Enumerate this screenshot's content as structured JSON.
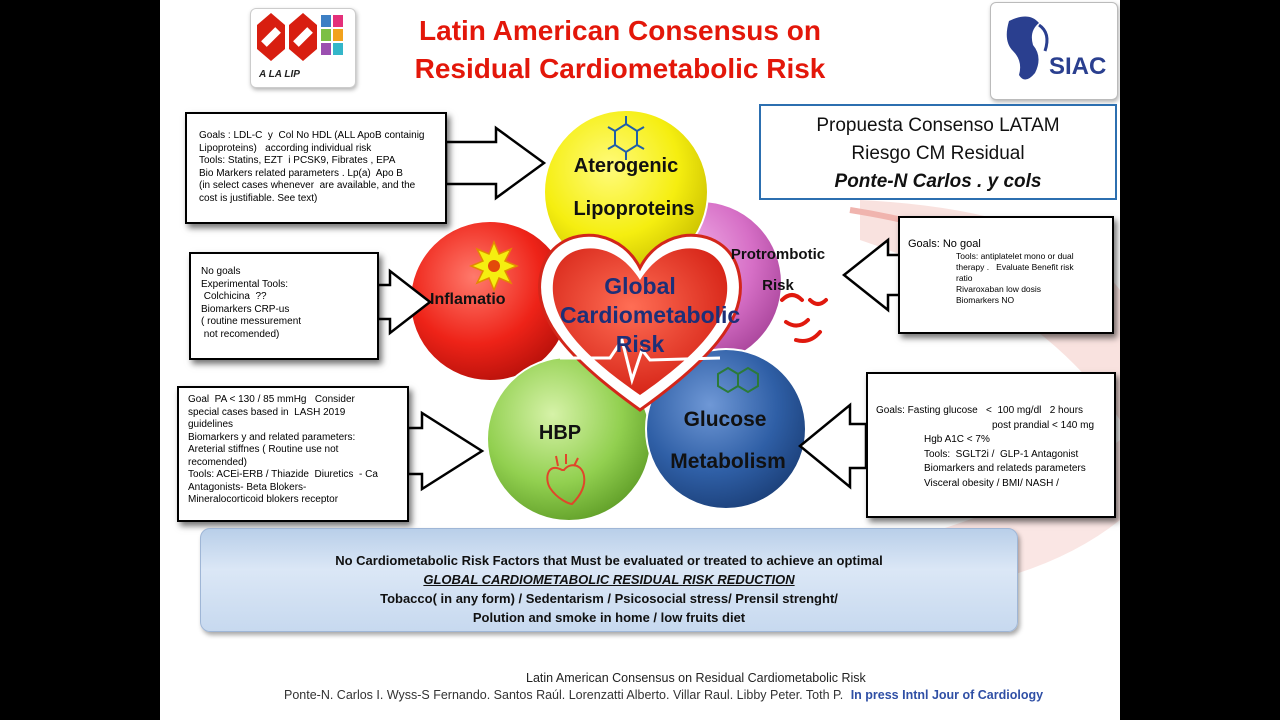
{
  "title": {
    "line1": "Latin American Consensus on",
    "line2": "Residual Cardiometabolic Risk"
  },
  "logos": {
    "left_label": "A LA LIP",
    "right_label": "SIAC"
  },
  "proposal": {
    "line1": "Propuesta Consenso LATAM",
    "line2": "Riesgo CM Residual",
    "line3": "Ponte-N Carlos . y cols"
  },
  "circles": {
    "aterogenic": [
      "Aterogenic",
      "Lipoproteins"
    ],
    "protrombotic": [
      "Protrombotic",
      "Risk"
    ],
    "inflamation": "Inflamatio",
    "hbp": "HBP",
    "glucose": [
      "Glucose",
      "Metabolism"
    ],
    "center": [
      "Global",
      "Cardiometabolic",
      "Risk"
    ]
  },
  "boxes": {
    "lipids": [
      "Goals : LDL-C  y  Col No HDL (ALL ApoB containig",
      "Lipoproteins)   according individual risk",
      "Tools: Statins, EZT  i PCSK9, Fibrates , EPA",
      "Bio Markers related parameters . Lp(a)  Apo B",
      "(in select cases whenever  are available, and the",
      "cost is justifiable. See text)"
    ],
    "inflammation": [
      "No goals",
      "Experimental Tools:",
      " Colchicina  ??",
      "Biomarkers CRP-us",
      "( routine messurement",
      " not recomended)"
    ],
    "thrombotic": [
      "Goals: No goal",
      "Tools: antiplatelet mono or dual",
      "therapy .   Evaluate Benefit risk",
      "ratio",
      "Rivaroxaban low dosis",
      "Biomarkers NO"
    ],
    "hbp": [
      "Goal  PA < 130 / 85 mmHg   Consider",
      "special cases based in  LASH 2019",
      "guidelines",
      "Biomarkers y and related parameters:",
      "Areterial stiffnes ( Routine use not",
      "recomended)",
      "Tools: ACEi-ERB / Thiazide  Diuretics  - Ca",
      "Antagonists- Beta Blokers-",
      "Mineralocorticoid blokers receptor"
    ],
    "glucose": [
      "Goals: Fasting glucose   <  100 mg/dl   2 hours",
      "post prandial < 140 mg",
      "Hgb A1C < 7%",
      "Tools:  SGLT2i /  GLP-1 Antagonist",
      "Biomarkers and relateds parameters",
      "Visceral obesity / BMI/ NASH /"
    ]
  },
  "bottom": {
    "line1": "No Cardiometabolic Risk Factors that Must be evaluated or treated to achieve an optimal",
    "line2": "GLOBAL CARDIOMETABOLIC RESIDUAL  RISK REDUCTION",
    "line3": "Tobacco( in any form)  / Sedentarism / Psicosocial stress/ Prensil strenght/",
    "line4": "Polution and smoke in home  / low fruits diet"
  },
  "citation": {
    "title": "Latin American Consensus on Residual Cardiometabolic Risk",
    "authors": "Ponte-N. Carlos I. Wyss-S Fernando. Santos Raúl. Lorenzatti Alberto. Villar Raul.  Libby Peter. Toth P.",
    "journal": "In press Intnl Jour of Cardiology"
  },
  "colors": {
    "title": "#e3170a",
    "aterogenic": "#f5ee10",
    "protrombotic": "#d66fc6",
    "inflamation": "#ee2318",
    "hbp": "#92d050",
    "glucose": "#2f5fa6",
    "heart": "#e5281c"
  }
}
